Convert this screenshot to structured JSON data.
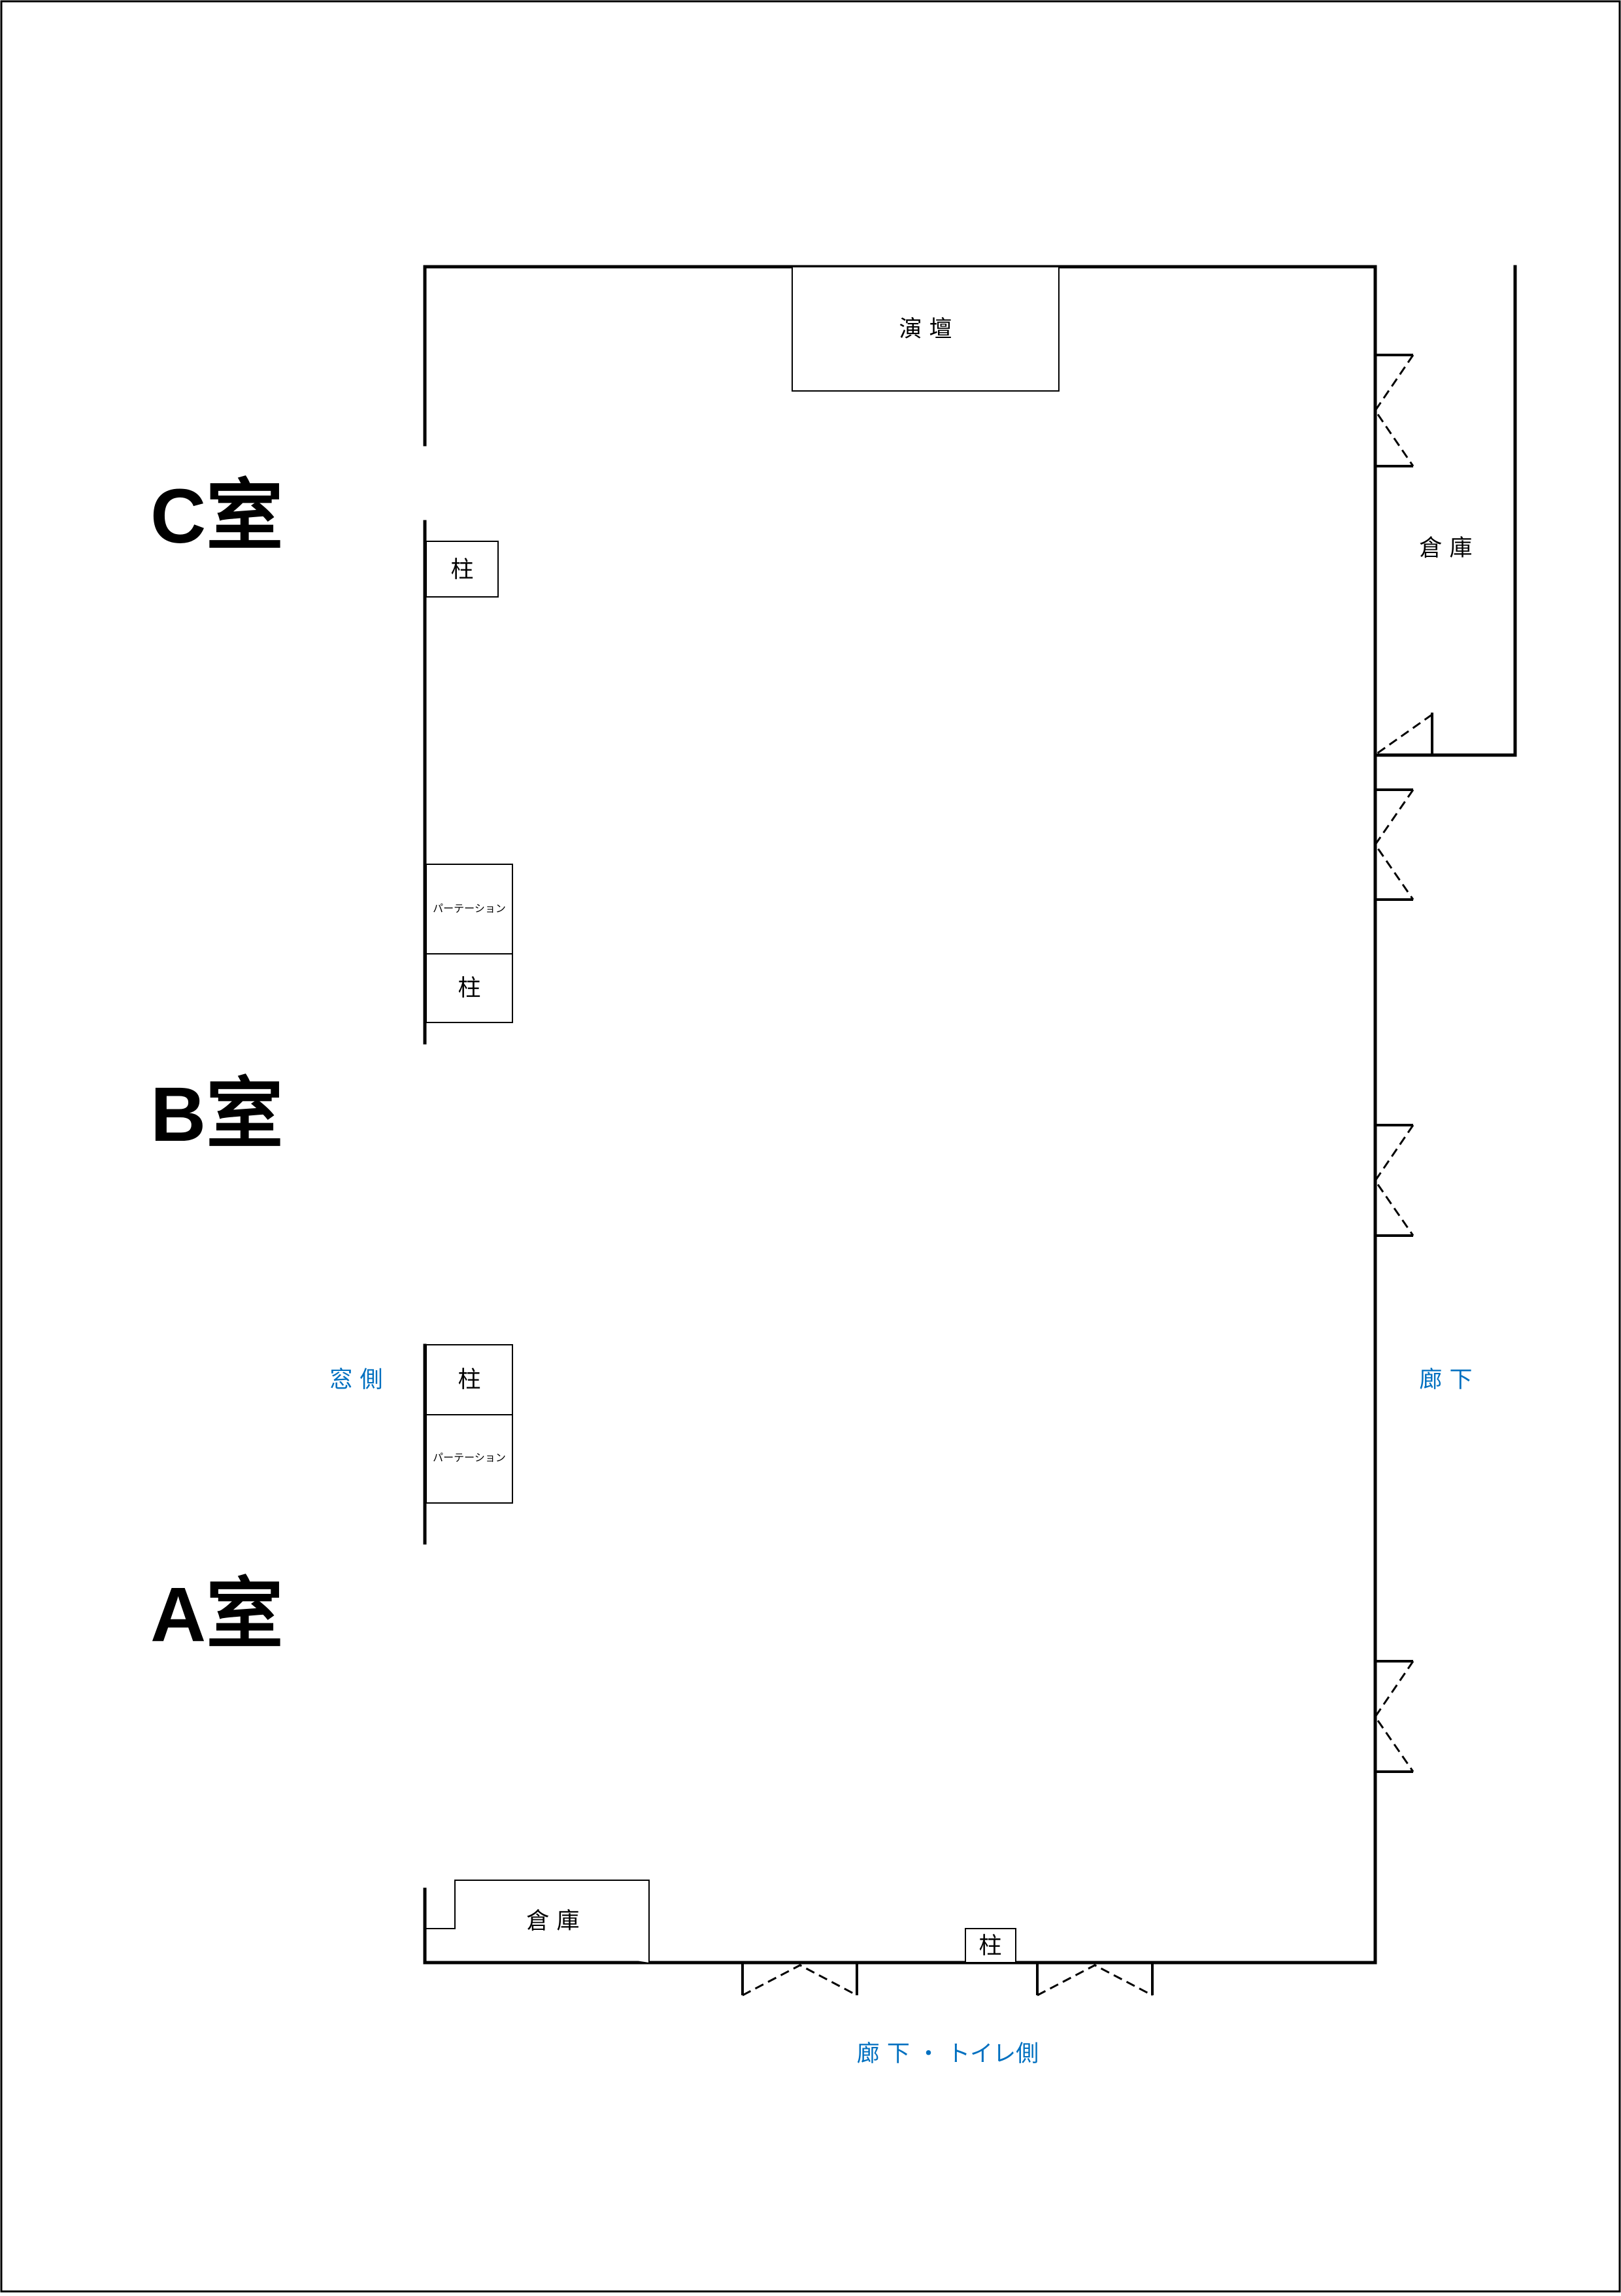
{
  "floor_plan": {
    "rooms": {
      "c": "C室",
      "b": "B室",
      "a": "A室"
    },
    "stage": "演 壇",
    "storage_right": "倉 庫",
    "storage_bottom": "倉 庫",
    "pillar": "柱",
    "partition": "パーテーション",
    "side_window": "窓 側",
    "side_corridor": "廊 下",
    "side_bottom": "廊 下 ・ トイレ側",
    "colors": {
      "wall": "#000000",
      "side_label": "#0070c0"
    }
  }
}
